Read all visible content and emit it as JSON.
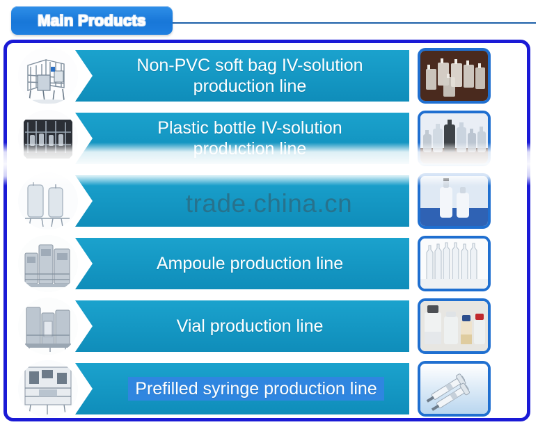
{
  "header": {
    "tab_label": "Main Products"
  },
  "panel": {
    "accent_border_color": "#1a1ad6",
    "band_color": "#1598c4",
    "photo_border_color": "#1f6fd0",
    "text_color": "#ffffff"
  },
  "products": [
    {
      "label": "Non-PVC soft bag IV-solution\nproduction line",
      "machine_icon": "iv-bag-filling-machine-icon",
      "photo_icon": "non-pvc-soft-bags-photo",
      "obscured": false,
      "highlighted": false
    },
    {
      "label": "Plastic bottle IV-solution\nproduction line",
      "machine_icon": "plastic-bottle-line-machine-icon",
      "photo_icon": "plastic-iv-bottles-photo",
      "obscured": false,
      "highlighted": false
    },
    {
      "label": "",
      "machine_icon": "glass-bottle-line-machine-icon",
      "photo_icon": "glass-infusion-bottles-photo",
      "obscured": true,
      "highlighted": false
    },
    {
      "label": "Ampoule production line",
      "machine_icon": "ampoule-line-machine-icon",
      "photo_icon": "glass-ampoules-photo",
      "obscured": false,
      "highlighted": false
    },
    {
      "label": "Vial production line",
      "machine_icon": "vial-line-machine-icon",
      "photo_icon": "glass-vials-photo",
      "obscured": false,
      "highlighted": false
    },
    {
      "label": "Prefilled syringe production line",
      "machine_icon": "syringe-line-machine-icon",
      "photo_icon": "prefilled-syringes-photo",
      "obscured": false,
      "highlighted": true
    }
  ],
  "watermark": {
    "text": "trade.china.cn"
  }
}
